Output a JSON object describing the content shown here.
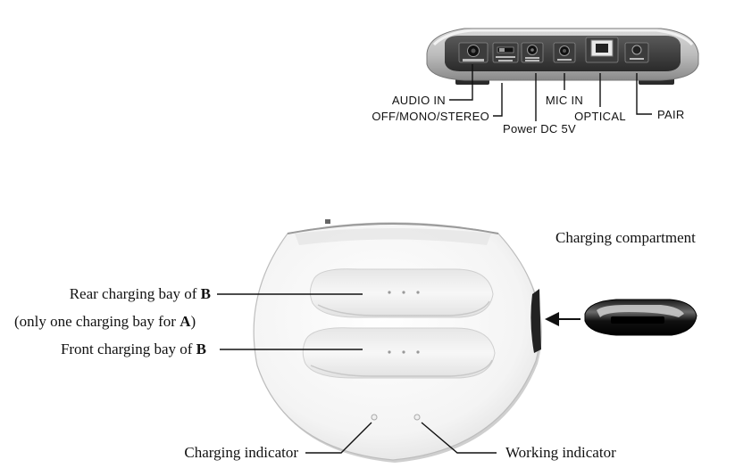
{
  "back_panel": {
    "audio_in": "AUDIO IN",
    "off_mono_stereo": "OFF/MONO/STEREO",
    "power_dc": "Power DC 5V",
    "mic_in": "MIC IN",
    "optical": "OPTICAL",
    "pair": "PAIR"
  },
  "charger": {
    "compartment_title": "Charging compartment",
    "rear_bay_text": "Rear charging bay of ",
    "rear_bay_bold": "B",
    "only_one_text": "(only one charging bay for ",
    "only_one_bold": "A",
    "only_one_close": ")",
    "front_bay_text": "Front charging bay of ",
    "front_bay_bold": "B",
    "charging_indicator": "Charging indicator",
    "working_indicator": "Working indicator"
  }
}
